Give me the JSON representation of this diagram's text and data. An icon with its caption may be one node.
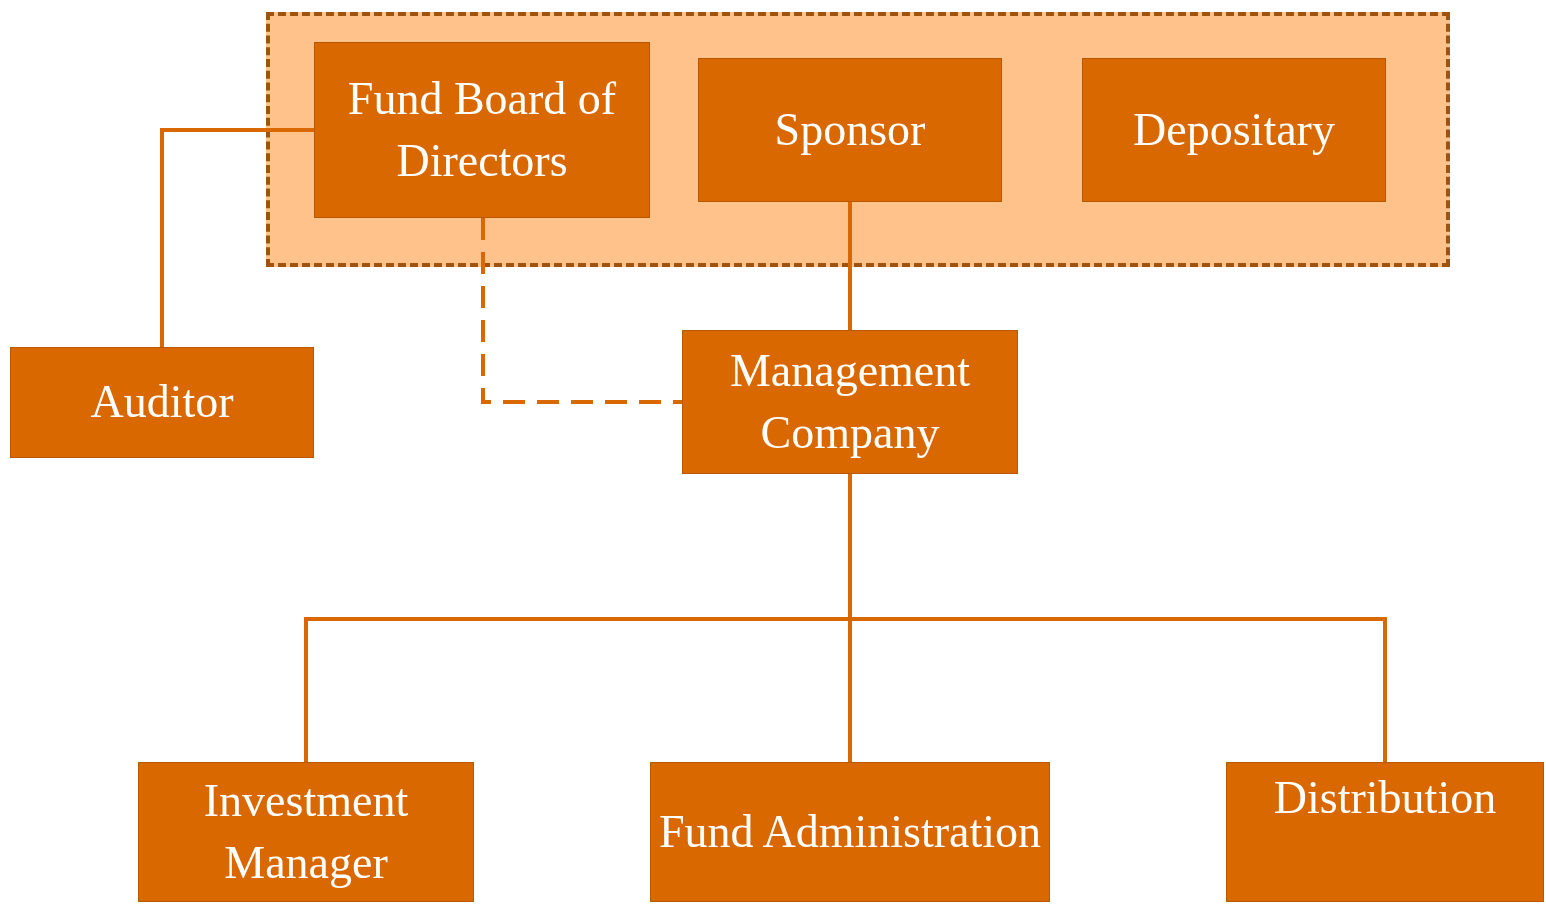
{
  "diagram": {
    "nodes": [
      {
        "text": [],
        "shape": "box"
      },
      {
        "text": [
          "Fund Board of Directors"
        ],
        "in": 0
      },
      {
        "text": [
          "Sponsor"
        ],
        "in": 0
      },
      {
        "text": [
          "Depositary"
        ],
        "in": 0
      },
      {
        "text": [
          "Auditor"
        ]
      },
      {
        "text": [
          "Management Company"
        ]
      },
      {
        "text": [
          "Investment Manager"
        ]
      },
      {
        "text": [
          "Fund Administration"
        ]
      },
      {
        "text": [
          "Distribution"
        ]
      }
    ],
    "edges": [
      {
        "from": 1,
        "to": 4,
        "arrow": "none"
      },
      {
        "from": 1,
        "to": 5,
        "arrow": "none",
        "style": "dashed"
      },
      {
        "from": 2,
        "to": 5,
        "arrow": "none"
      },
      {
        "from": 5,
        "to": 6,
        "arrow": "none"
      },
      {
        "from": 5,
        "to": 7,
        "arrow": "none"
      },
      {
        "from": 5,
        "to": 8,
        "arrow": "none"
      }
    ]
  }
}
